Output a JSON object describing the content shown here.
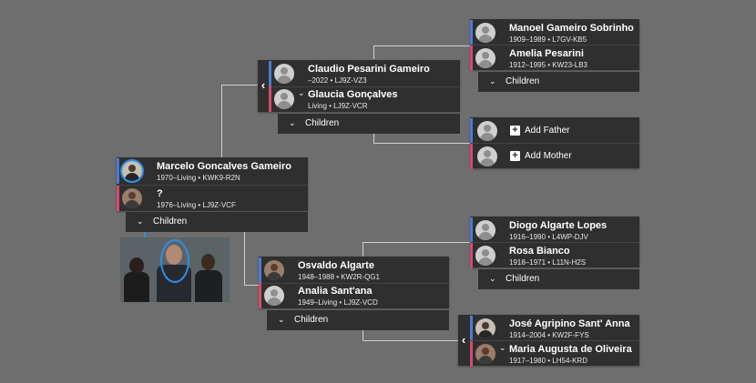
{
  "focus": {
    "husband": {
      "name": "Marcelo Goncalves Gameiro",
      "meta": "1970–Living • KWK9-R2N"
    },
    "wife": {
      "name": "?",
      "meta": "1976–Living • LJ9Z-VCF"
    },
    "children_label": "Children"
  },
  "paternal": {
    "husband": {
      "name": "Claudio Pesarini Gameiro",
      "meta": "–2022 • LJ9Z-VZ3"
    },
    "wife": {
      "name": "Glaucia Gonçalves",
      "meta": "Living • LJ9Z-VCR"
    },
    "children_label": "Children"
  },
  "paternal_grandparents": {
    "husband": {
      "name": "Manoel Gameiro Sobrinho",
      "meta": "1909–1989 • L7GV-KB5"
    },
    "wife": {
      "name": "Amelia Pesarini",
      "meta": "1912–1995 • KW23-LB3"
    },
    "children_label": "Children"
  },
  "glaucia_parents": {
    "add_father": "Add Father",
    "add_mother": "Add Mother"
  },
  "maternal": {
    "husband": {
      "name": "Osvaldo Algarte",
      "meta": "1948–1988 • KW2R-QG1"
    },
    "wife": {
      "name": "Analia Sant'ana",
      "meta": "1949–Living • LJ9Z-VCD"
    },
    "children_label": "Children"
  },
  "osvaldo_parents": {
    "husband": {
      "name": "Diogo Algarte Lopes",
      "meta": "1916–1990 • L4WP-DJV"
    },
    "wife": {
      "name": "Rosa Bianco",
      "meta": "1918–1971 • L11N-H2S"
    },
    "children_label": "Children"
  },
  "analia_parents": {
    "husband": {
      "name": "José Agripino Sant' Anna",
      "meta": "1914–2004 • KW2F-FYS"
    },
    "wife": {
      "name": "Maria Augusta de Oliveira",
      "meta": "1917–1980 • LH54-KRD"
    }
  },
  "icons": {
    "chevron_down": "⌄",
    "chevron_left": "‹",
    "plus": "+"
  },
  "colors": {
    "background": "#6e6e6e",
    "card": "#2f2f2f",
    "male_bar": "#4a7bd6",
    "female_bar": "#d9486e",
    "connector": "#d0d0d0",
    "highlight": "#2e8fe6"
  }
}
